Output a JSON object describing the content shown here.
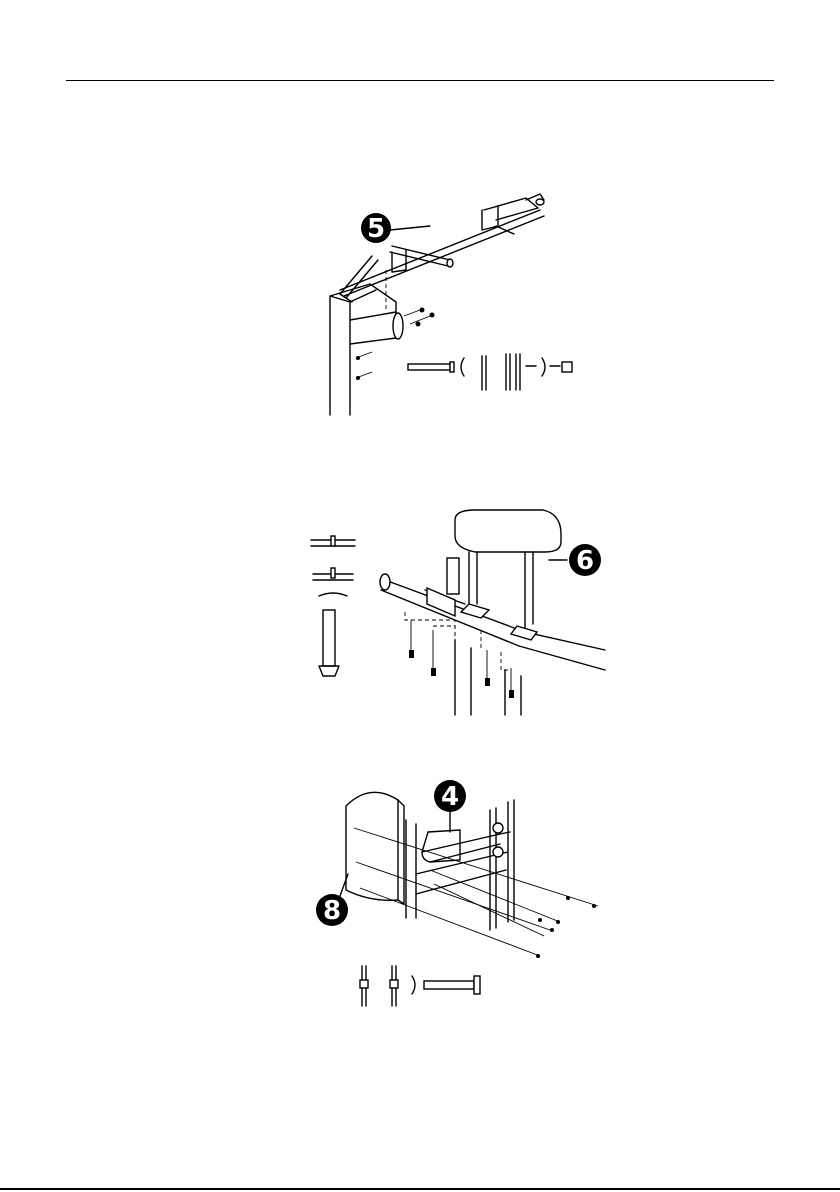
{
  "page": {
    "figures": [
      {
        "id": "step-frame-top",
        "callout": "5",
        "icon": "top-frame-assembly-drawing"
      },
      {
        "id": "step-seat-pad",
        "callout": "6",
        "icon": "seat-pad-assembly-drawing"
      },
      {
        "id": "step-back-pad",
        "callouts": [
          "4",
          "8"
        ],
        "icon": "back-pad-assembly-drawing"
      }
    ]
  }
}
